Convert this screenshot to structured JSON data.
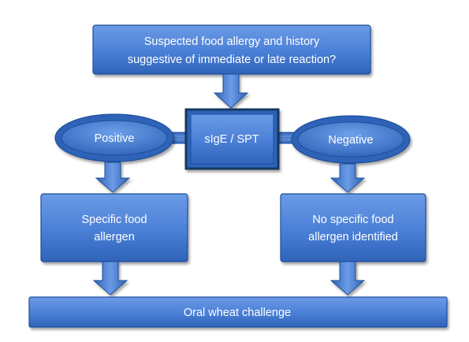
{
  "diagram": {
    "top_box": {
      "line1": "Suspected food allergy and history",
      "line2": "suggestive of immediate or late reaction?"
    },
    "center_box": {
      "label": "sIgE / SPT"
    },
    "left_ellipse": {
      "label": "Positive"
    },
    "right_ellipse": {
      "label": "Negative"
    },
    "left_box": {
      "line1": "Specific food",
      "line2": "allergen"
    },
    "right_box": {
      "line1": "No specific food",
      "line2": "allergen identified"
    },
    "bottom_box": {
      "label": "Oral wheat challenge"
    },
    "colors": {
      "fill_light": "#5b8fe0",
      "fill_dark": "#2f63b8",
      "border": "#1f4f9a",
      "dark_border": "#17375e",
      "text": "#ffffff"
    }
  }
}
